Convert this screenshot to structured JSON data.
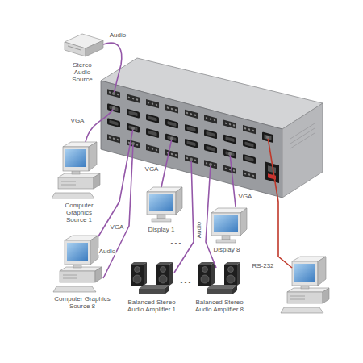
{
  "diagram": {
    "nodes": [
      {
        "text": [
          "Stereo Audio Source"
        ]
      },
      {
        "text": [
          "Computer Graphics Source 1"
        ]
      },
      {
        "text": [
          "Display 1"
        ]
      },
      {
        "text": [
          "Display 8"
        ]
      },
      {
        "text": [
          "Computer Graphics Source 8"
        ]
      },
      {
        "text": [
          "Balanced Stereo Audio Amplifier 1"
        ]
      },
      {
        "text": [
          "Balanced Stereo Audio Amplifier 8"
        ]
      }
    ],
    "labels": [
      "Audio",
      "VGA",
      "VGA",
      "Audio",
      "VGA",
      "VGA",
      "Audio",
      "RS-232",
      "• • •",
      "• • •"
    ]
  }
}
